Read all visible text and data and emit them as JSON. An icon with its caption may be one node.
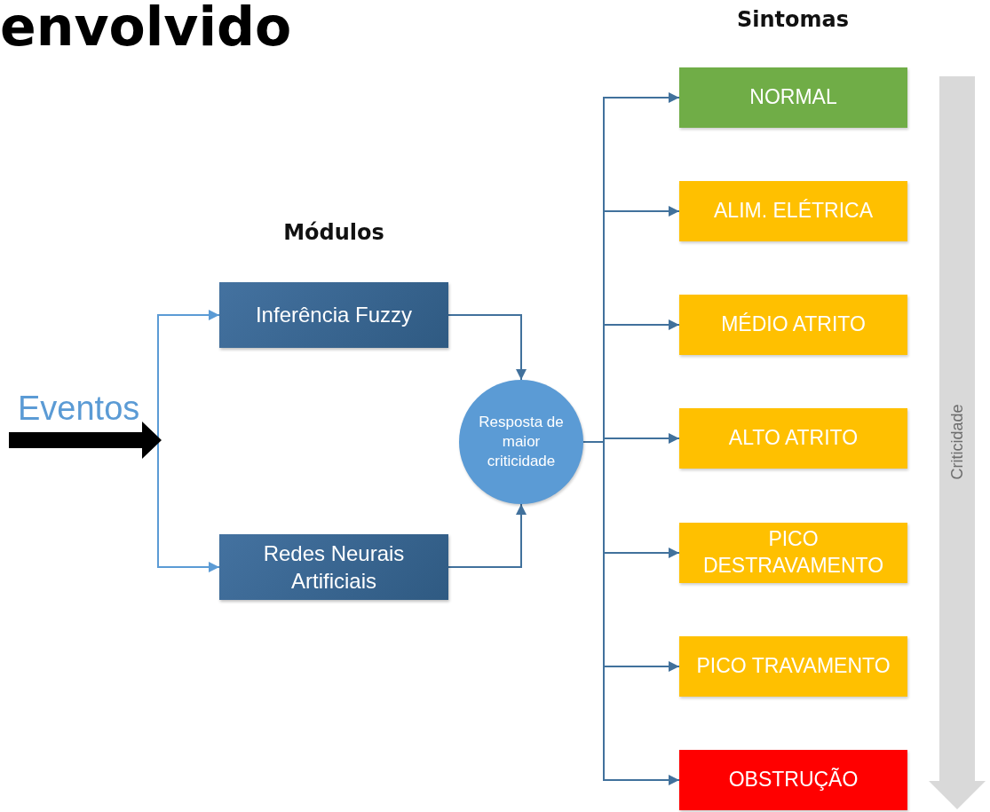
{
  "diagram": {
    "title": "envolvido",
    "nodes": [
      {
        "text": [
          "Eventos"
        ]
      },
      {
        "text": [
          "Inferência Fuzzy"
        ]
      },
      {
        "text": [
          "Redes Neurais Artificiais"
        ]
      },
      {
        "text": [
          "Resposta de maior criticidade"
        ]
      },
      {
        "text": [
          "NORMAL"
        ]
      },
      {
        "text": [
          "ALIM. ELÉTRICA"
        ]
      },
      {
        "text": [
          "MÉDIO ATRITO"
        ]
      },
      {
        "text": [
          "ALTO ATRITO"
        ]
      },
      {
        "text": [
          "PICO DESTRAVAMENTO"
        ]
      },
      {
        "text": [
          "PICO TRAVAMENTO"
        ]
      },
      {
        "text": [
          "OBSTRUÇÃO"
        ]
      }
    ],
    "edges": [
      {
        "from": 0,
        "to": 1,
        "arrow": "to",
        "color": "#5b9bd5"
      },
      {
        "from": 0,
        "to": 2,
        "arrow": "to",
        "color": "#5b9bd5"
      },
      {
        "from": 1,
        "to": 3,
        "arrow": "to"
      },
      {
        "from": 2,
        "to": 3,
        "arrow": "to"
      },
      {
        "from": 3,
        "to": 4,
        "arrow": "to"
      },
      {
        "from": 3,
        "to": 5,
        "arrow": "to"
      },
      {
        "from": 3,
        "to": 6,
        "arrow": "to"
      },
      {
        "from": 3,
        "to": 7,
        "arrow": "to"
      },
      {
        "from": 3,
        "to": 8,
        "arrow": "to"
      },
      {
        "from": 3,
        "to": 9,
        "arrow": "to"
      },
      {
        "from": 3,
        "to": 10,
        "arrow": "to"
      }
    ],
    "labels": [
      "Sintomas",
      "Módulos",
      "Criticidade"
    ]
  }
}
